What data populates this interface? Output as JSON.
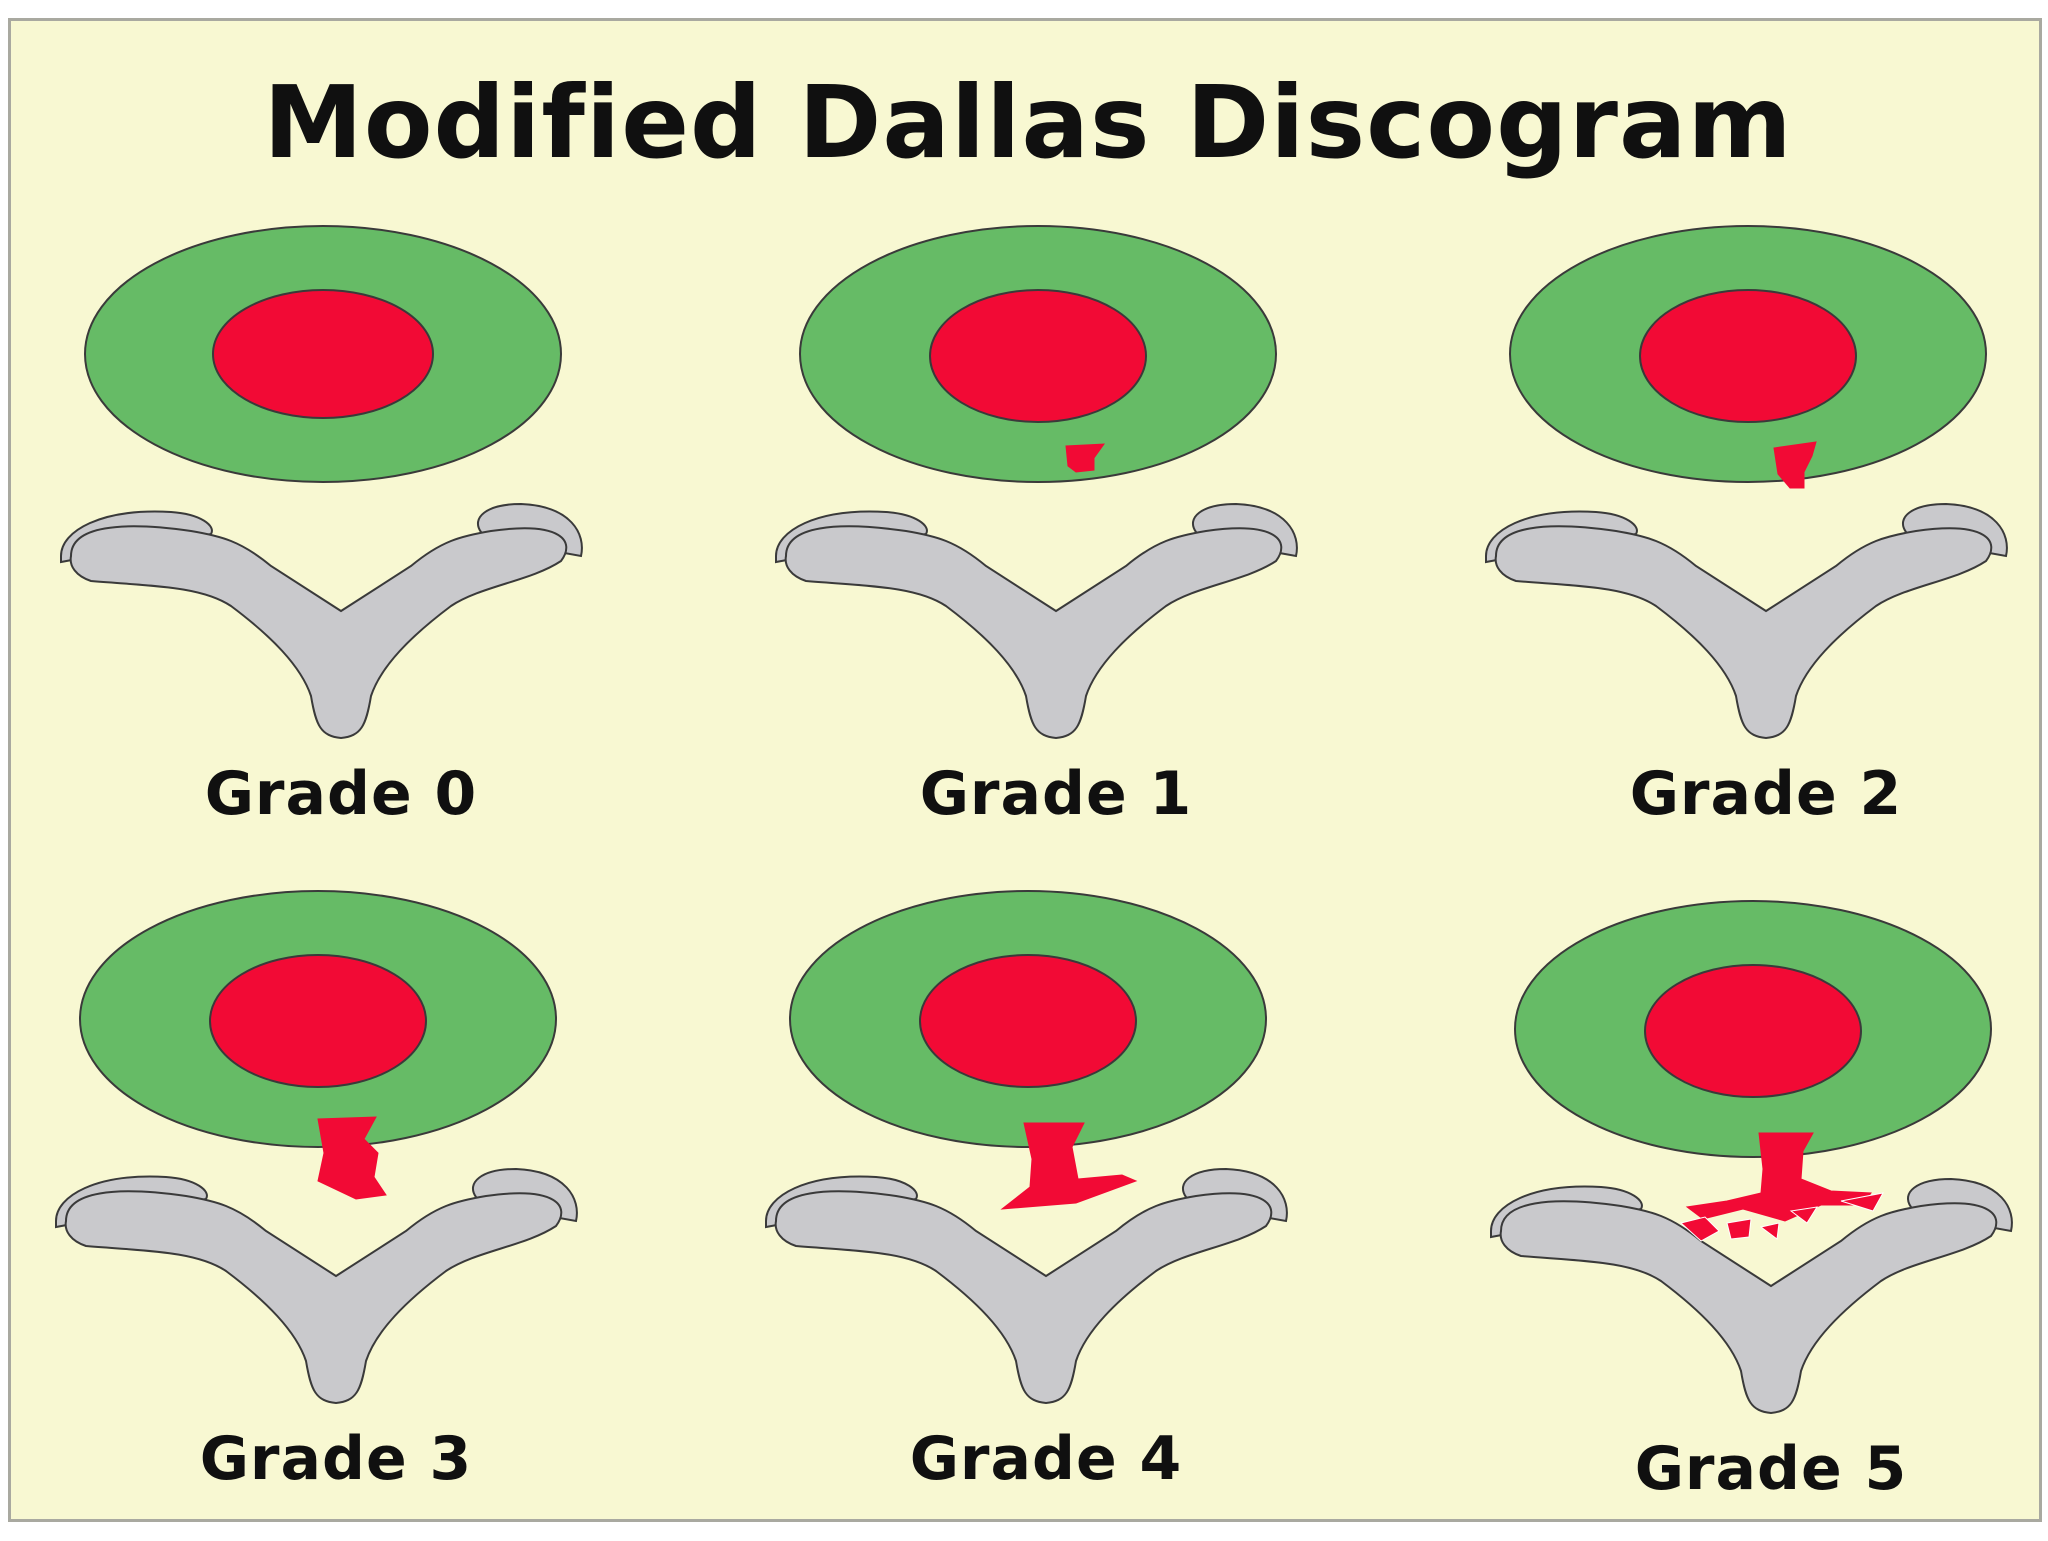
{
  "title": "Modified Dallas Discogram",
  "colors": {
    "background": "#f8f8d2",
    "annulus": "#66bb66",
    "nucleus": "#f20a35",
    "bone": "#c9c9cc",
    "outline": "#3a3a3a"
  },
  "panels": [
    {
      "grade": 0,
      "label": "Grade 0"
    },
    {
      "grade": 1,
      "label": "Grade 1"
    },
    {
      "grade": 2,
      "label": "Grade 2"
    },
    {
      "grade": 3,
      "label": "Grade 3"
    },
    {
      "grade": 4,
      "label": "Grade 4"
    },
    {
      "grade": 5,
      "label": "Grade 5"
    }
  ]
}
